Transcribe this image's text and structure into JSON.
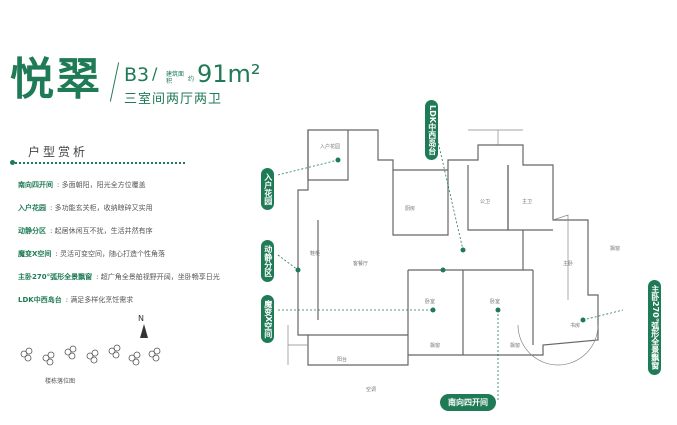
{
  "header": {
    "project_name": "悦翠",
    "unit_code": "B3",
    "slash": "/",
    "area_label": "建筑面积",
    "area_approx": "约",
    "area_value": "91m²",
    "layout": "三室间两厅两卫"
  },
  "analysis": {
    "title": "户型赏析",
    "features": [
      {
        "name": "南向四开间",
        "desc": ": 多面朝阳，阳光全方位覆盖"
      },
      {
        "name": "入户花园",
        "desc": ": 多功能玄关柜，收纳晾碎又实用"
      },
      {
        "name": "动静分区",
        "desc": ": 起居休闲互不扰，生活井然有序"
      },
      {
        "name": "魔变X空间",
        "desc": ": 灵活可变空间，随心打造个性角落"
      },
      {
        "name": "主卧270°弧形全景飘窗",
        "desc": ": 超广角全景舶视野开阔，坐卧畅享日光"
      },
      {
        "name": "LDK中西岛台",
        "desc": ": 满足多样化烹饪需求"
      }
    ]
  },
  "compass": {
    "label": "N"
  },
  "trees": {
    "caption": "楼栋落位图"
  },
  "tags": {
    "ldk": "LDK中西岛台",
    "garden": "入户花园",
    "zoning": "动静分区",
    "magic": "魔变X空间",
    "master": "主卧270°弧形全景飘窗",
    "south": "南向四开间"
  },
  "rooms": {
    "entry_garden": "入户花园",
    "kitchen": "厨房",
    "bath1": "公卫",
    "bath2": "主卫",
    "living": "客餐厅",
    "master": "主卧",
    "bed1": "卧室",
    "bed2": "卧室",
    "study": "书房",
    "balcony": "阳台",
    "aircon": "空调",
    "bay1": "飘窗",
    "bay2": "飘窗",
    "bay3": "飘窗",
    "shoe": "鞋柜"
  },
  "colors": {
    "accent": "#1f7a56"
  }
}
